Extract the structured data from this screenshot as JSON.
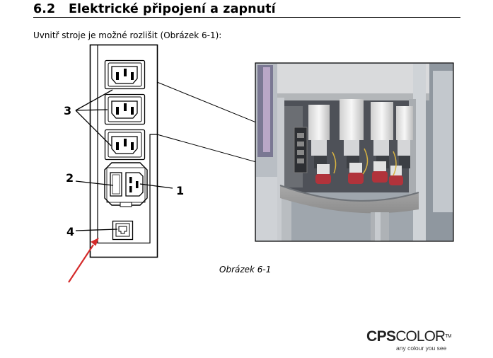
{
  "section": {
    "number": "6.2",
    "title": "Elektrické připojení a zapnutí"
  },
  "intro_text": "Uvnitř stroje je možné rozlišit (Obrázek 6-1):",
  "figure": {
    "callouts": {
      "c1": "1",
      "c2": "2",
      "c3": "3",
      "c4": "4"
    },
    "caption": "Obrázek 6-1"
  },
  "logo": {
    "brand_bold": "CPS",
    "brand_light": "COLOR",
    "trademark": "TM",
    "tagline": "any colour you see"
  },
  "colors": {
    "arrow": "#d42a2a",
    "text": "#000000"
  }
}
